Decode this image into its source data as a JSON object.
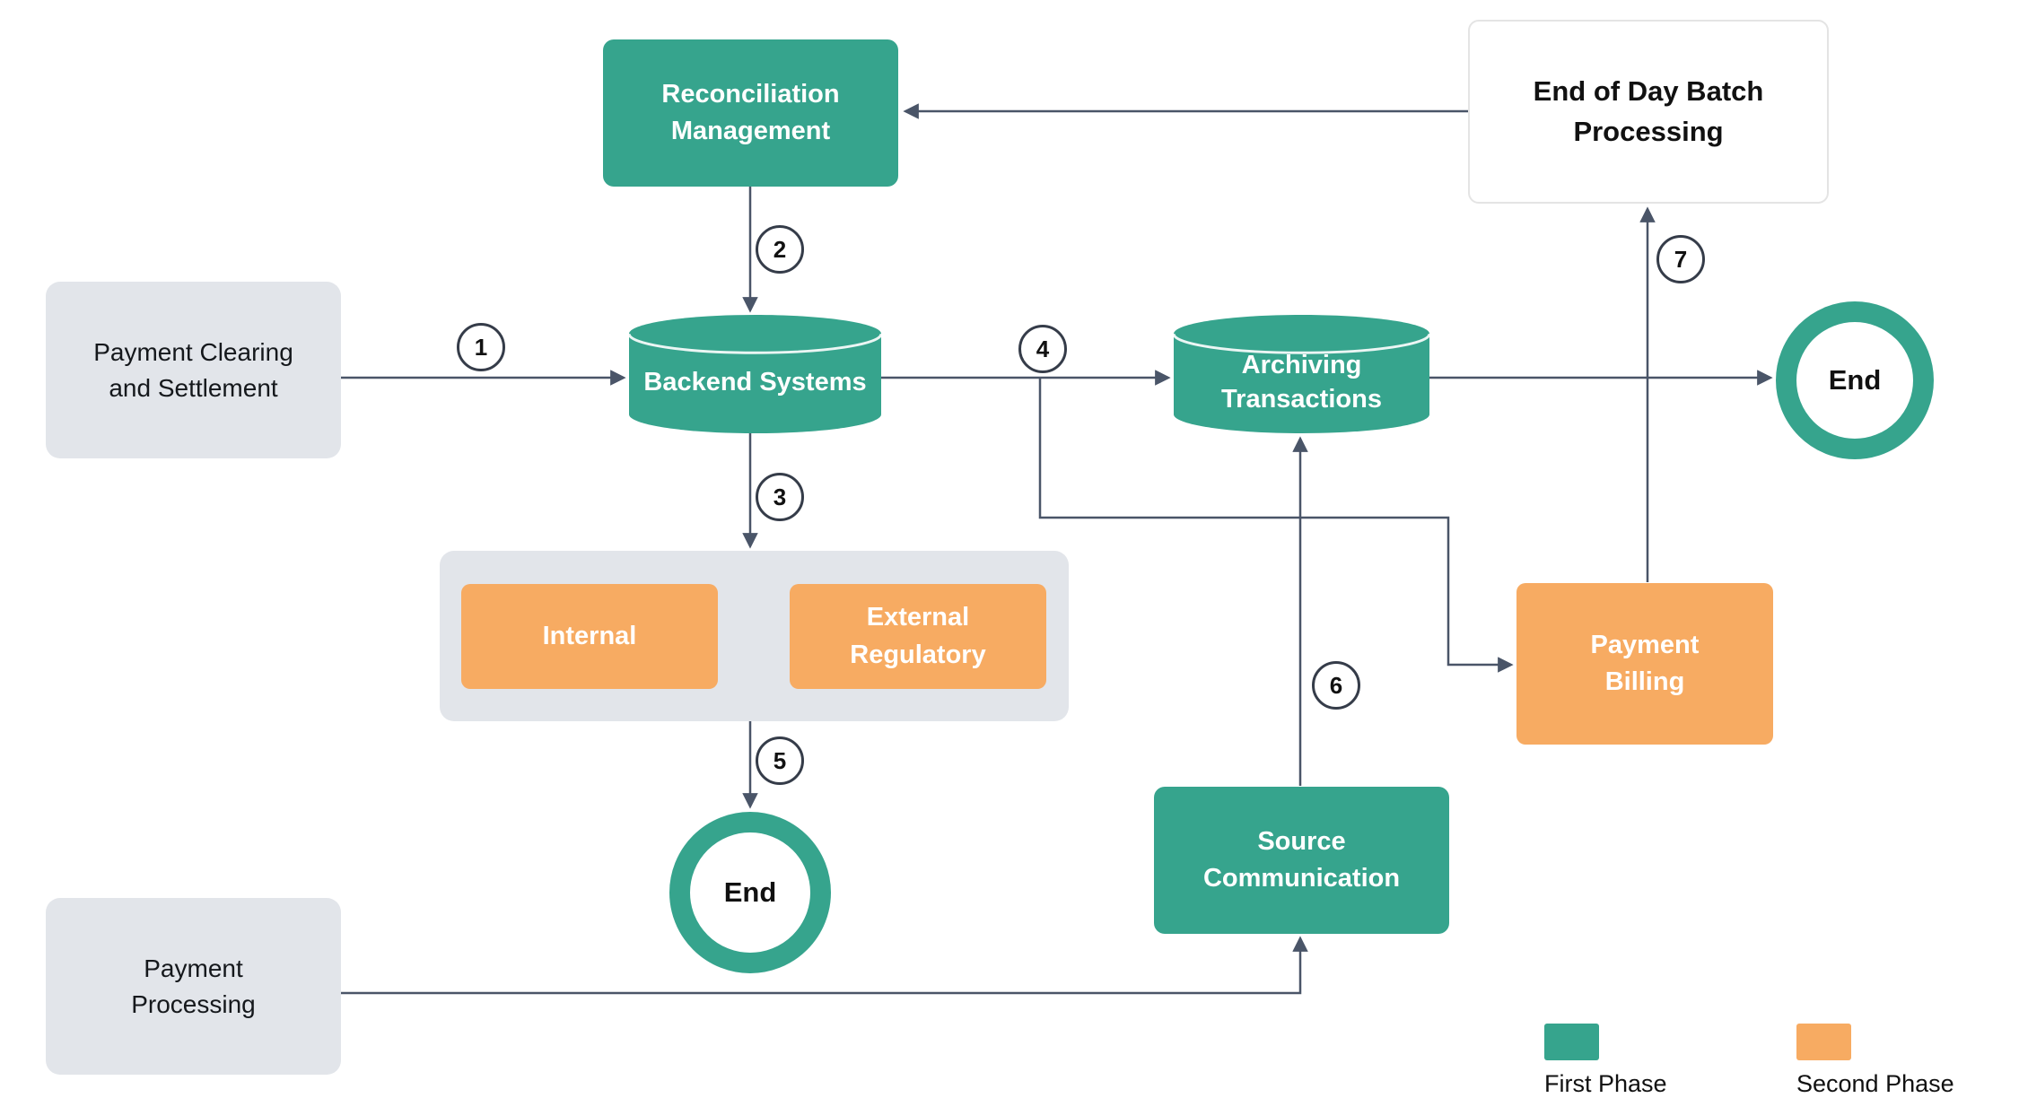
{
  "diagram": {
    "nodes": {
      "reconciliation": {
        "label": "Reconciliation Management",
        "phase": "first"
      },
      "eod_batch": {
        "label": "End of Day Batch Processing",
        "phase": "none"
      },
      "payment_clearing": {
        "label": "Payment Clearing and Settlement",
        "phase": "none"
      },
      "backend": {
        "label": "Backend Systems",
        "phase": "first",
        "shape": "cylinder"
      },
      "archiving": {
        "label": "Archiving Transactions",
        "phase": "first",
        "shape": "cylinder"
      },
      "end_right": {
        "label": "End",
        "shape": "terminator"
      },
      "internal": {
        "label": "Internal",
        "phase": "second"
      },
      "external_regulatory": {
        "label": "External Regulatory",
        "phase": "second"
      },
      "end_bottom": {
        "label": "End",
        "shape": "terminator"
      },
      "source_communication": {
        "label": "Source Communication",
        "phase": "first"
      },
      "payment_billing": {
        "label": "Payment Billing",
        "phase": "second"
      },
      "payment_processing": {
        "label": "Payment Processing",
        "phase": "none"
      }
    },
    "steps": [
      "1",
      "2",
      "3",
      "4",
      "5",
      "6",
      "7"
    ],
    "edges": [
      {
        "from": "Payment Clearing and Settlement",
        "to": "Backend Systems",
        "step": "1"
      },
      {
        "from": "Reconciliation Management",
        "to": "Backend Systems",
        "step": "2"
      },
      {
        "from": "Backend Systems",
        "to": "Internal / External Regulatory",
        "step": "3"
      },
      {
        "from": "Backend Systems",
        "to": "Archiving Transactions",
        "step": "4"
      },
      {
        "from": "Internal / External Regulatory",
        "to": "End",
        "step": "5"
      },
      {
        "from": "Source Communication",
        "to": "Archiving Transactions",
        "step": "6"
      },
      {
        "from": "Payment Billing",
        "to": "End of Day Batch Processing",
        "step": "7"
      },
      {
        "from": "Archiving Transactions",
        "to": "End"
      },
      {
        "from": "End of Day Batch Processing",
        "to": "Reconciliation Management"
      },
      {
        "from": "Backend Systems",
        "to": "Payment Billing"
      },
      {
        "from": "Payment Processing",
        "to": "Source Communication"
      }
    ],
    "legend": [
      {
        "label": "First Phase",
        "color": "#36A48D"
      },
      {
        "label": "Second Phase",
        "color": "#F7AB62"
      }
    ],
    "colors": {
      "first_phase": "#36A48D",
      "second_phase": "#F7AB62",
      "neutral_box": "#E2E5EA",
      "connector": "#4A5568"
    }
  }
}
